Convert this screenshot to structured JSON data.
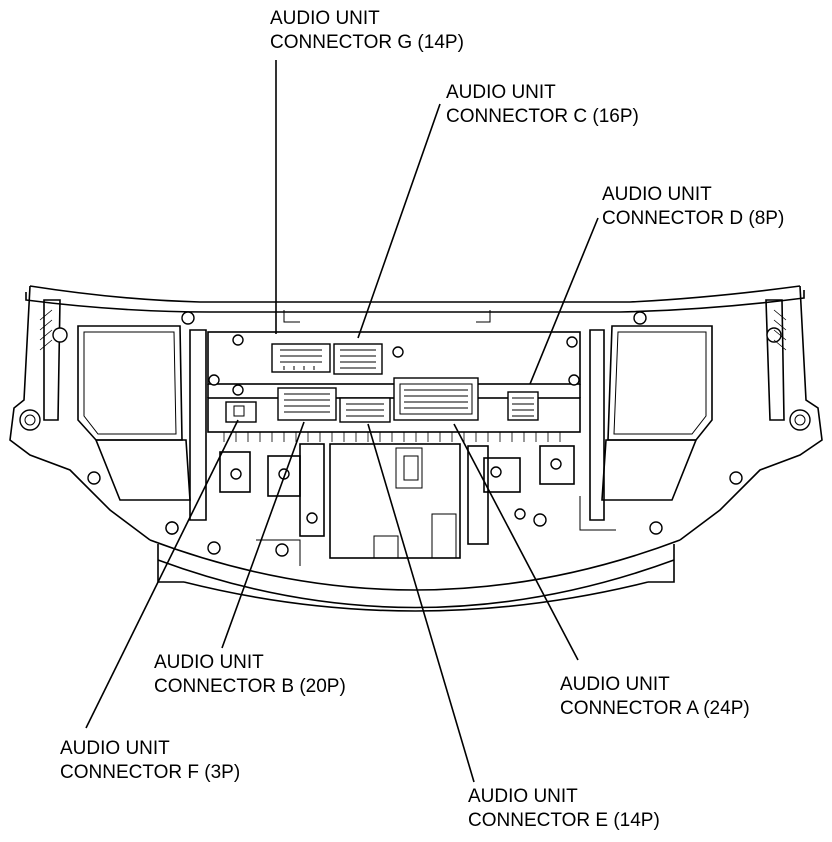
{
  "background_color": "#ffffff",
  "line_color": "#000000",
  "callouts": {
    "g": {
      "line1": "AUDIO UNIT",
      "line2": "CONNECTOR G (14P)"
    },
    "c": {
      "line1": "AUDIO UNIT",
      "line2": "CONNECTOR C (16P)"
    },
    "d": {
      "line1": "AUDIO UNIT",
      "line2": "CONNECTOR D (8P)"
    },
    "b": {
      "line1": "AUDIO UNIT",
      "line2": "CONNECTOR B (20P)"
    },
    "a": {
      "line1": "AUDIO UNIT",
      "line2": "CONNECTOR A (24P)"
    },
    "f": {
      "line1": "AUDIO UNIT",
      "line2": "CONNECTOR F (3P)"
    },
    "e": {
      "line1": "AUDIO UNIT",
      "line2": "CONNECTOR E (14P)"
    }
  }
}
